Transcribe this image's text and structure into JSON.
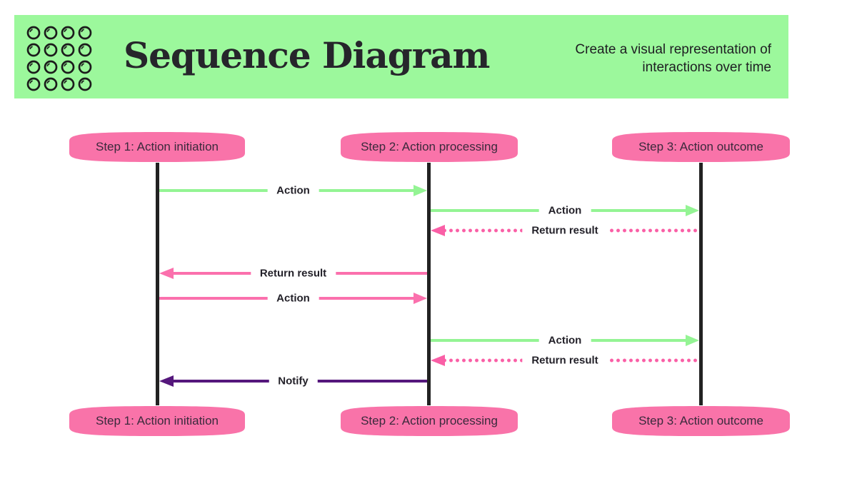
{
  "header": {
    "icon": "dots-grid-icon",
    "title": "Sequence Diagram",
    "subtitle": [
      "Create a visual representation of",
      "interactions over time"
    ]
  },
  "colors": {
    "banner_green": "#9CF89C",
    "arrow_green": "#94F494",
    "node_pink": "#F973A9",
    "arrow_pink": "#FB70AD",
    "arrow_pink_dotted": "#FA5FA6",
    "arrow_purple": "#55177C",
    "lifeline_dark": "#222222",
    "text_dark": "#232129"
  },
  "diagram": {
    "actors": [
      {
        "label": "Step 1: Action initiation"
      },
      {
        "label": "Step 2: Action processing"
      },
      {
        "label": "Step 3: Action outcome"
      }
    ],
    "messages": [
      {
        "label": "Action",
        "from": "Step 1: Action initiation",
        "to": "Step 2: Action processing",
        "line": "solid",
        "color": "green"
      },
      {
        "label": "Action",
        "from": "Step 2: Action processing",
        "to": "Step 3: Action outcome",
        "line": "solid",
        "color": "green"
      },
      {
        "label": "Return result",
        "from": "Step 3: Action outcome",
        "to": "Step 2: Action processing",
        "line": "dotted",
        "color": "pink"
      },
      {
        "label": "Return result",
        "from": "Step 2: Action processing",
        "to": "Step 1: Action initiation",
        "line": "solid",
        "color": "pink"
      },
      {
        "label": "Action",
        "from": "Step 1: Action initiation",
        "to": "Step 2: Action processing",
        "line": "solid",
        "color": "pink"
      },
      {
        "label": "Action",
        "from": "Step 2: Action processing",
        "to": "Step 3: Action outcome",
        "line": "solid",
        "color": "green"
      },
      {
        "label": "Return result",
        "from": "Step 3: Action outcome",
        "to": "Step 2: Action processing",
        "line": "dotted",
        "color": "pink"
      },
      {
        "label": "Notify",
        "from": "Step 2: Action processing",
        "to": "Step 1: Action initiation",
        "line": "solid",
        "color": "purple"
      }
    ]
  }
}
